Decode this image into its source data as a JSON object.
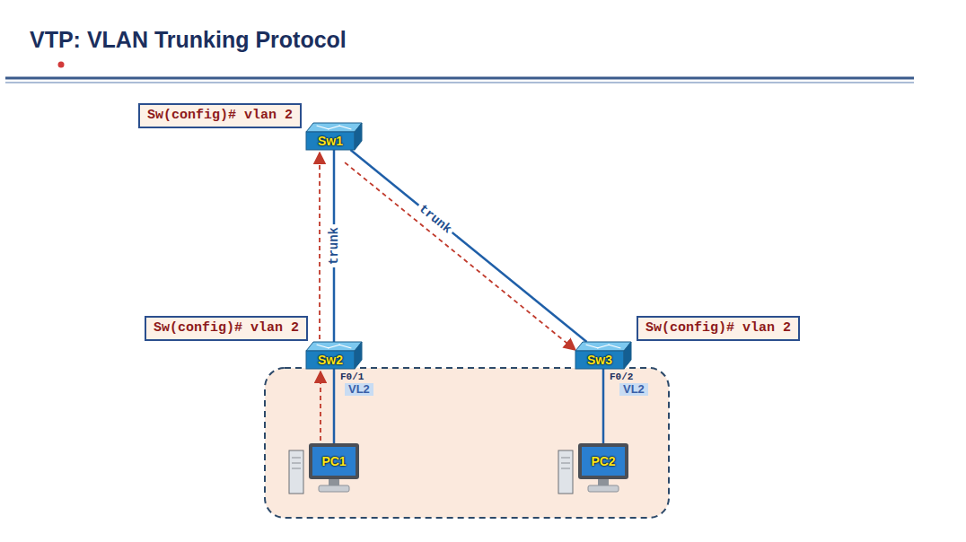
{
  "diagram": {
    "title": "VTP: VLAN Trunking Protocol",
    "nodes": [
      {
        "text": [
          "Sw(config)# vlan 2"
        ]
      },
      {
        "text": [
          "Sw1"
        ]
      },
      {
        "text": [
          "Sw(config)# vlan 2"
        ]
      },
      {
        "text": [
          "Sw2"
        ]
      },
      {
        "text": [
          "Sw(config)# vlan 2"
        ]
      },
      {
        "text": [
          "Sw3"
        ]
      },
      {
        "text": [
          "PC1"
        ]
      },
      {
        "text": [
          "PC2"
        ]
      }
    ],
    "edges": [
      {
        "from": 1,
        "to": 3,
        "arrow": "none",
        "label": "trunk"
      },
      {
        "from": 1,
        "to": 5,
        "arrow": "none",
        "label": "trunk"
      },
      {
        "from": 3,
        "to": 6,
        "arrow": "none"
      },
      {
        "from": 5,
        "to": 7,
        "arrow": "none"
      },
      {
        "from": 6,
        "to": 3,
        "arrow": "to"
      },
      {
        "from": 3,
        "to": 1,
        "arrow": "to"
      },
      {
        "from": 1,
        "to": 5,
        "arrow": "to"
      }
    ],
    "labels": [
      "F0/1",
      "VL2",
      "F0/2",
      "VL2"
    ]
  }
}
